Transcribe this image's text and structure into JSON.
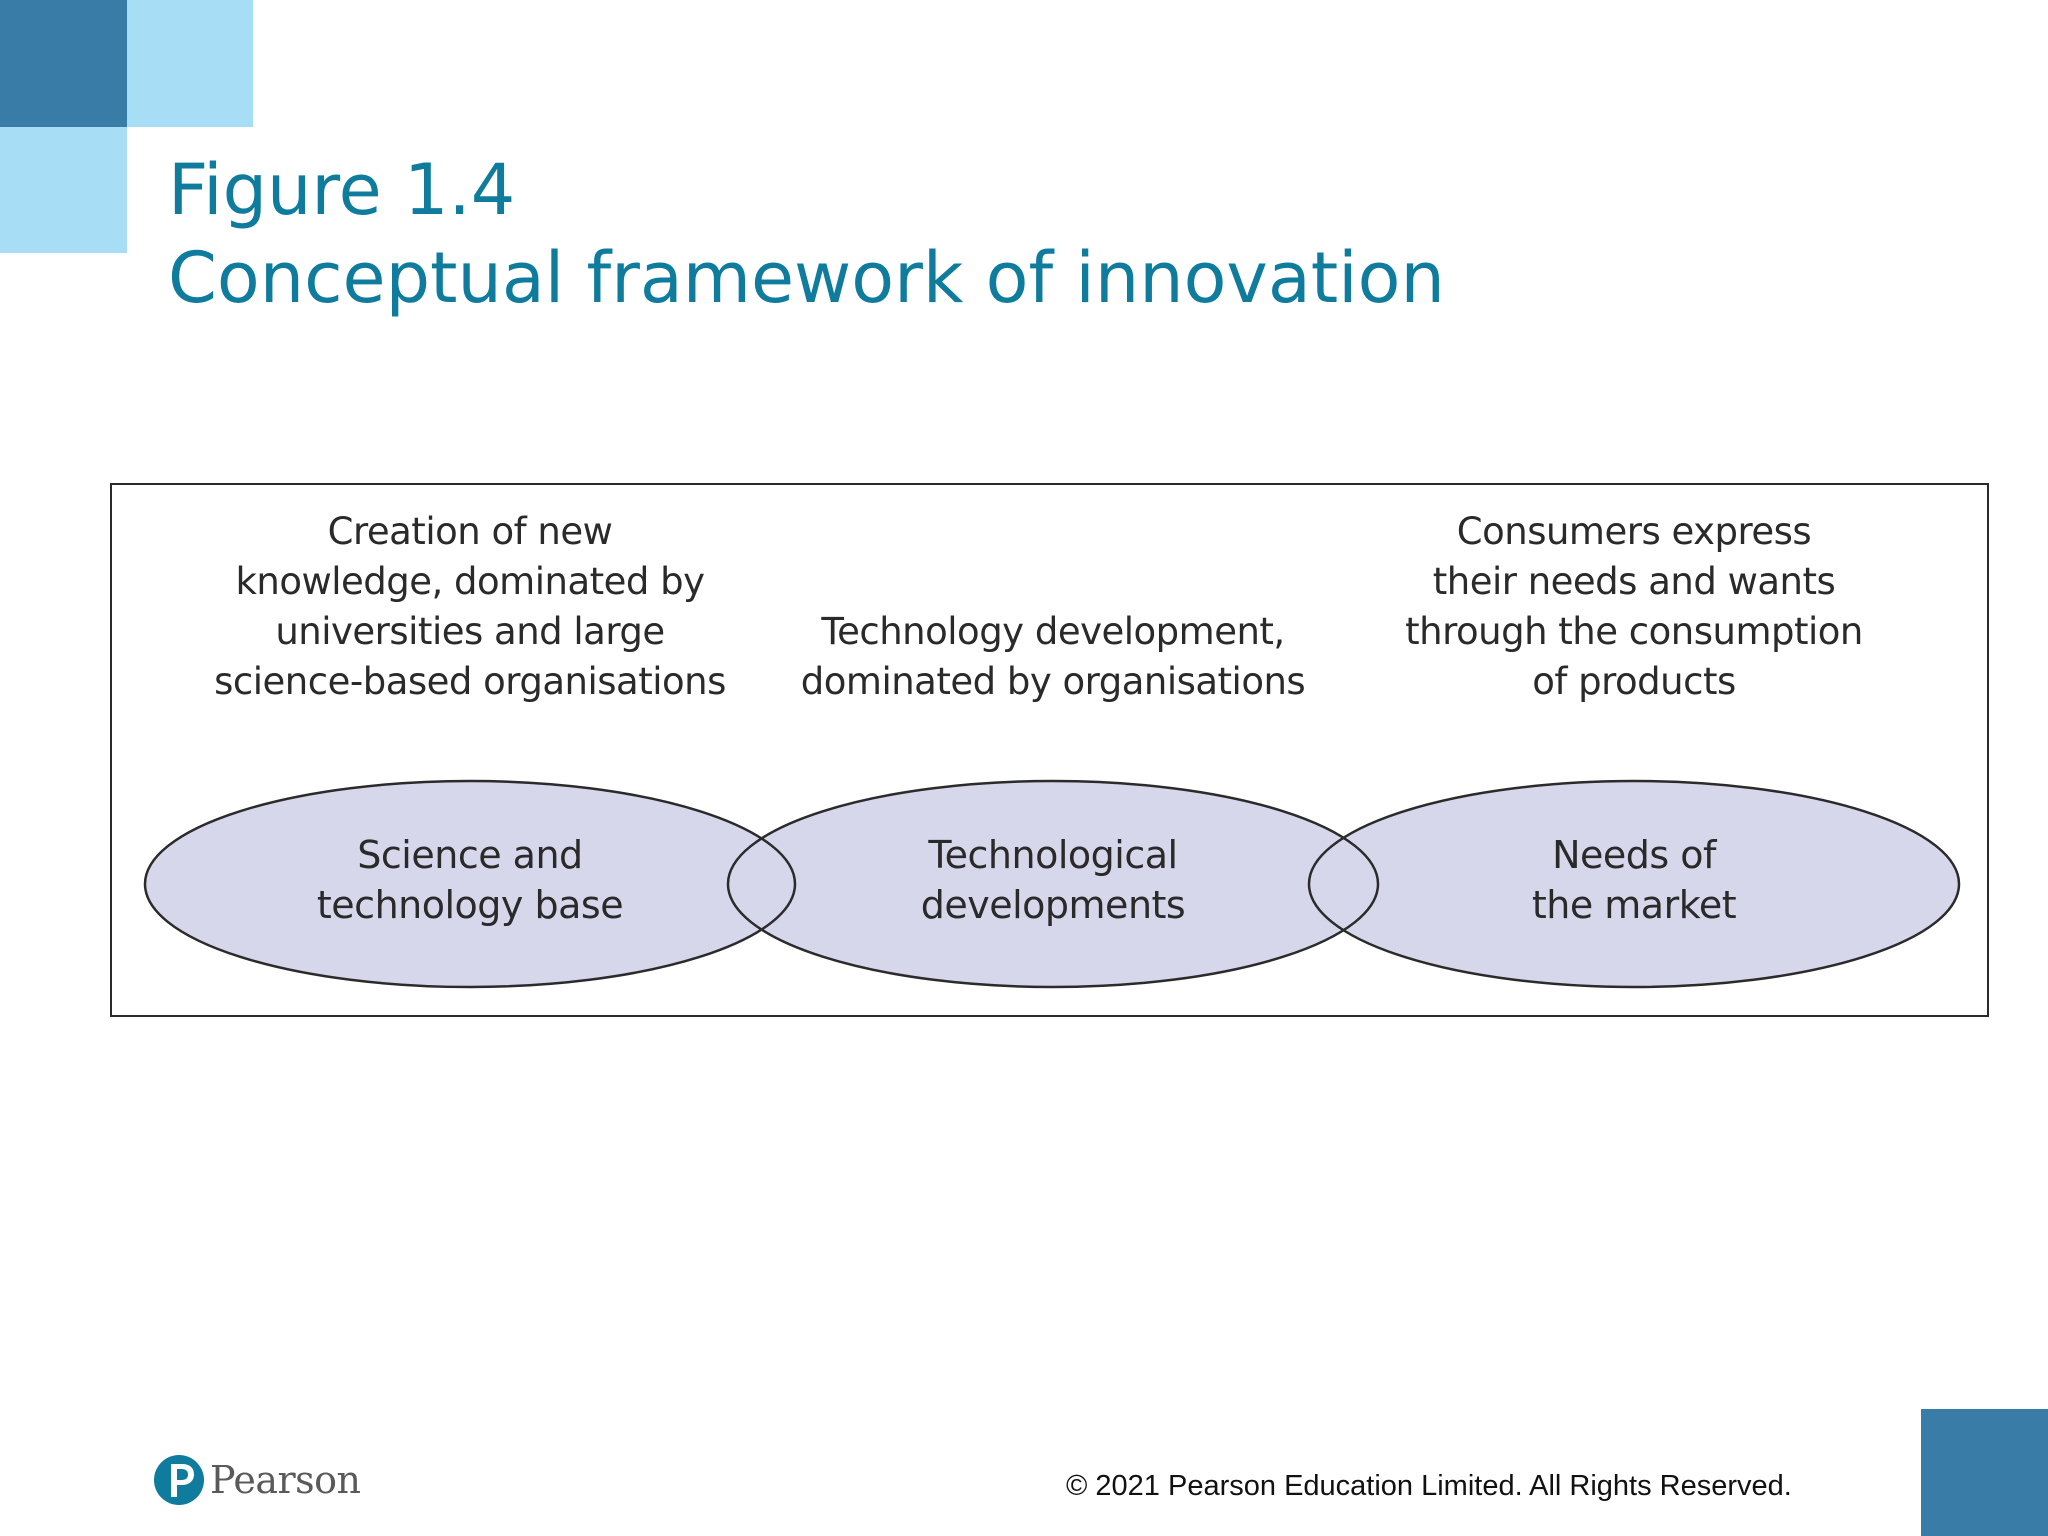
{
  "slide": {
    "title_line1": "Figure 1.4",
    "title_line2": "Conceptual framework of innovation",
    "accent_dark": "#3a7ca8",
    "accent_light": "#a7def5",
    "title_color": "#0f7c9e"
  },
  "diagram": {
    "descriptions": {
      "left": [
        "Creation of new",
        "knowledge, dominated by",
        "universities and large",
        "science-based organisations"
      ],
      "center": [
        "Technology development,",
        "dominated by organisations"
      ],
      "right": [
        "Consumers express",
        "their needs and wants",
        "through the consumption",
        "of products"
      ]
    },
    "ellipses": {
      "left": [
        "Science and",
        "technology base"
      ],
      "center": [
        "Technological",
        "developments"
      ],
      "right": [
        "Needs of",
        "the market"
      ]
    },
    "ellipse_fill": "#d7d7ec"
  },
  "footer": {
    "logo_text": "Pearson",
    "logo_icon": "pearson-p-icon",
    "copyright": "© 2021 Pearson Education Limited. All Rights Reserved."
  }
}
